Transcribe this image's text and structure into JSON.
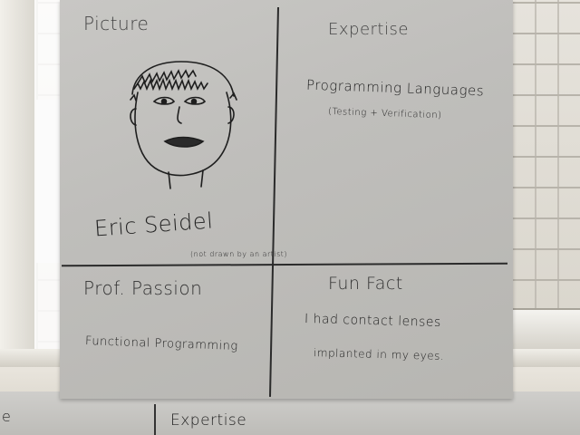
{
  "quadrants": {
    "picture": {
      "title": "Picture",
      "name": "Eric Seidel",
      "caption": "(not drawn by an artist)"
    },
    "expertise": {
      "title": "Expertise",
      "line1": "Programming Languages",
      "line2": "(Testing + Verification)"
    },
    "passion": {
      "title": "Prof. Passion",
      "text": "Functional Programming"
    },
    "funfact": {
      "title": "Fun Fact",
      "line1": "I had contact lenses",
      "line2": "implanted in my eyes."
    }
  },
  "lower_sheet": {
    "title": "Expertise",
    "left_mark": "e"
  }
}
